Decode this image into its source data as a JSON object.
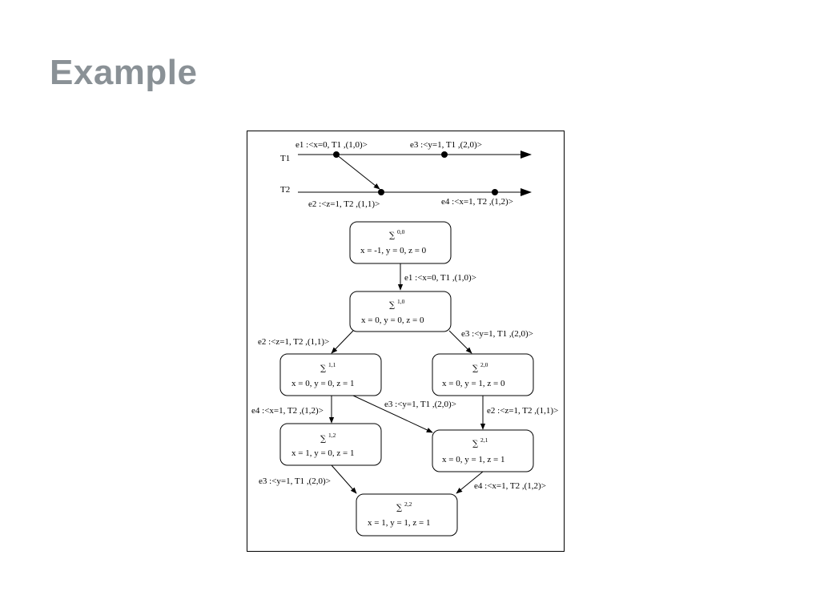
{
  "slide": {
    "title": "Example"
  },
  "timeline": {
    "threads": [
      {
        "name": "T1",
        "events": [
          {
            "label": "e1 :<x=0,  T1 ,(1,0)>"
          },
          {
            "label": "e3 :<y=1, T1 ,(2,0)>"
          }
        ]
      },
      {
        "name": "T2",
        "events": [
          {
            "label": "e2 :<z=1, T2 ,(1,1)>"
          },
          {
            "label": "e4 :<x=1,  T2 ,(1,2)>"
          }
        ]
      }
    ]
  },
  "lattice": {
    "sigma_symbol": "∑",
    "states": [
      {
        "id": "s00",
        "sup": "0,0",
        "vars": "x = -1,   y = 0,   z = 0"
      },
      {
        "id": "s10",
        "sup": "1,0",
        "vars": "x = 0,   y = 0,   z = 0"
      },
      {
        "id": "s11",
        "sup": "1,1",
        "vars": "x = 0,   y = 0,   z = 1"
      },
      {
        "id": "s20",
        "sup": "2,0",
        "vars": "x = 0,   y = 1,   z = 0"
      },
      {
        "id": "s12",
        "sup": "1,2",
        "vars": "x = 1,   y = 0,   z = 1"
      },
      {
        "id": "s21",
        "sup": "2,1",
        "vars": "x = 0,   y = 1,   z = 1"
      },
      {
        "id": "s22",
        "sup": "2,2",
        "vars": "x = 1,   y = 1,   z = 1"
      }
    ],
    "transitions": [
      {
        "from": "s00",
        "to": "s10",
        "label": "e1 :<x=0,  T1 ,(1,0)>"
      },
      {
        "from": "s10",
        "to": "s11",
        "label": "e2 :<z=1, T2 ,(1,1)>"
      },
      {
        "from": "s10",
        "to": "s20",
        "label": "e3 :<y=1, T1 ,(2,0)>"
      },
      {
        "from": "s11",
        "to": "s12",
        "label": "e4 :<x=1,  T2 ,(1,2)>"
      },
      {
        "from": "s11",
        "to": "s21",
        "label": "e3 :<y=1, T1 ,(2,0)>"
      },
      {
        "from": "s20",
        "to": "s21",
        "label": "e2 :<z=1, T2 ,(1,1)>"
      },
      {
        "from": "s12",
        "to": "s22",
        "label": "e3 :<y=1, T1 ,(2,0)>"
      },
      {
        "from": "s21",
        "to": "s22",
        "label": "e4 :<x=1,  T2 ,(1,2)>"
      }
    ]
  }
}
